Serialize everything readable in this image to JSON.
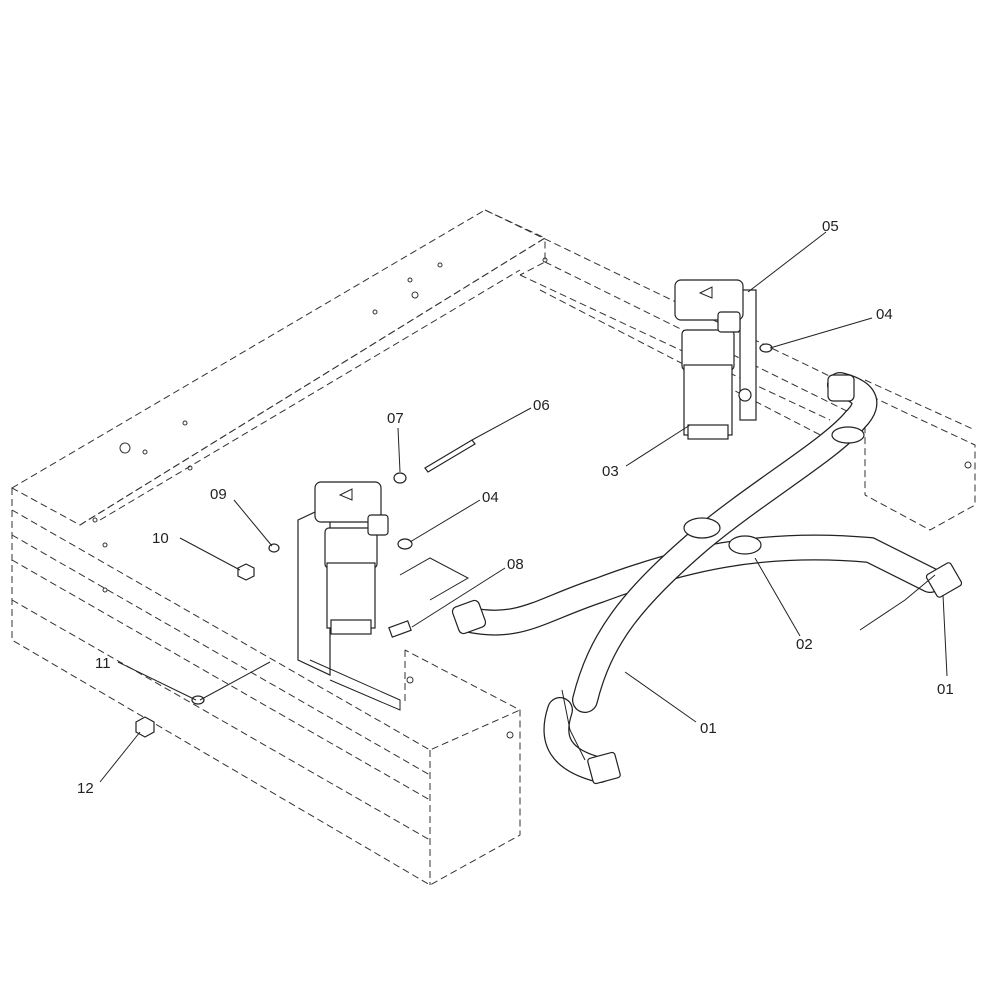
{
  "diagram": {
    "type": "exploded parts diagram",
    "callouts": [
      {
        "id": "05",
        "text": "05"
      },
      {
        "id": "04a",
        "text": "04"
      },
      {
        "id": "03",
        "text": "03"
      },
      {
        "id": "06",
        "text": "06"
      },
      {
        "id": "07",
        "text": "07"
      },
      {
        "id": "04b",
        "text": "04"
      },
      {
        "id": "09",
        "text": "09"
      },
      {
        "id": "10",
        "text": "10"
      },
      {
        "id": "08",
        "text": "08"
      },
      {
        "id": "02",
        "text": "02"
      },
      {
        "id": "01a",
        "text": "01"
      },
      {
        "id": "01b",
        "text": "01"
      },
      {
        "id": "11",
        "text": "11"
      },
      {
        "id": "12",
        "text": "12"
      }
    ]
  }
}
